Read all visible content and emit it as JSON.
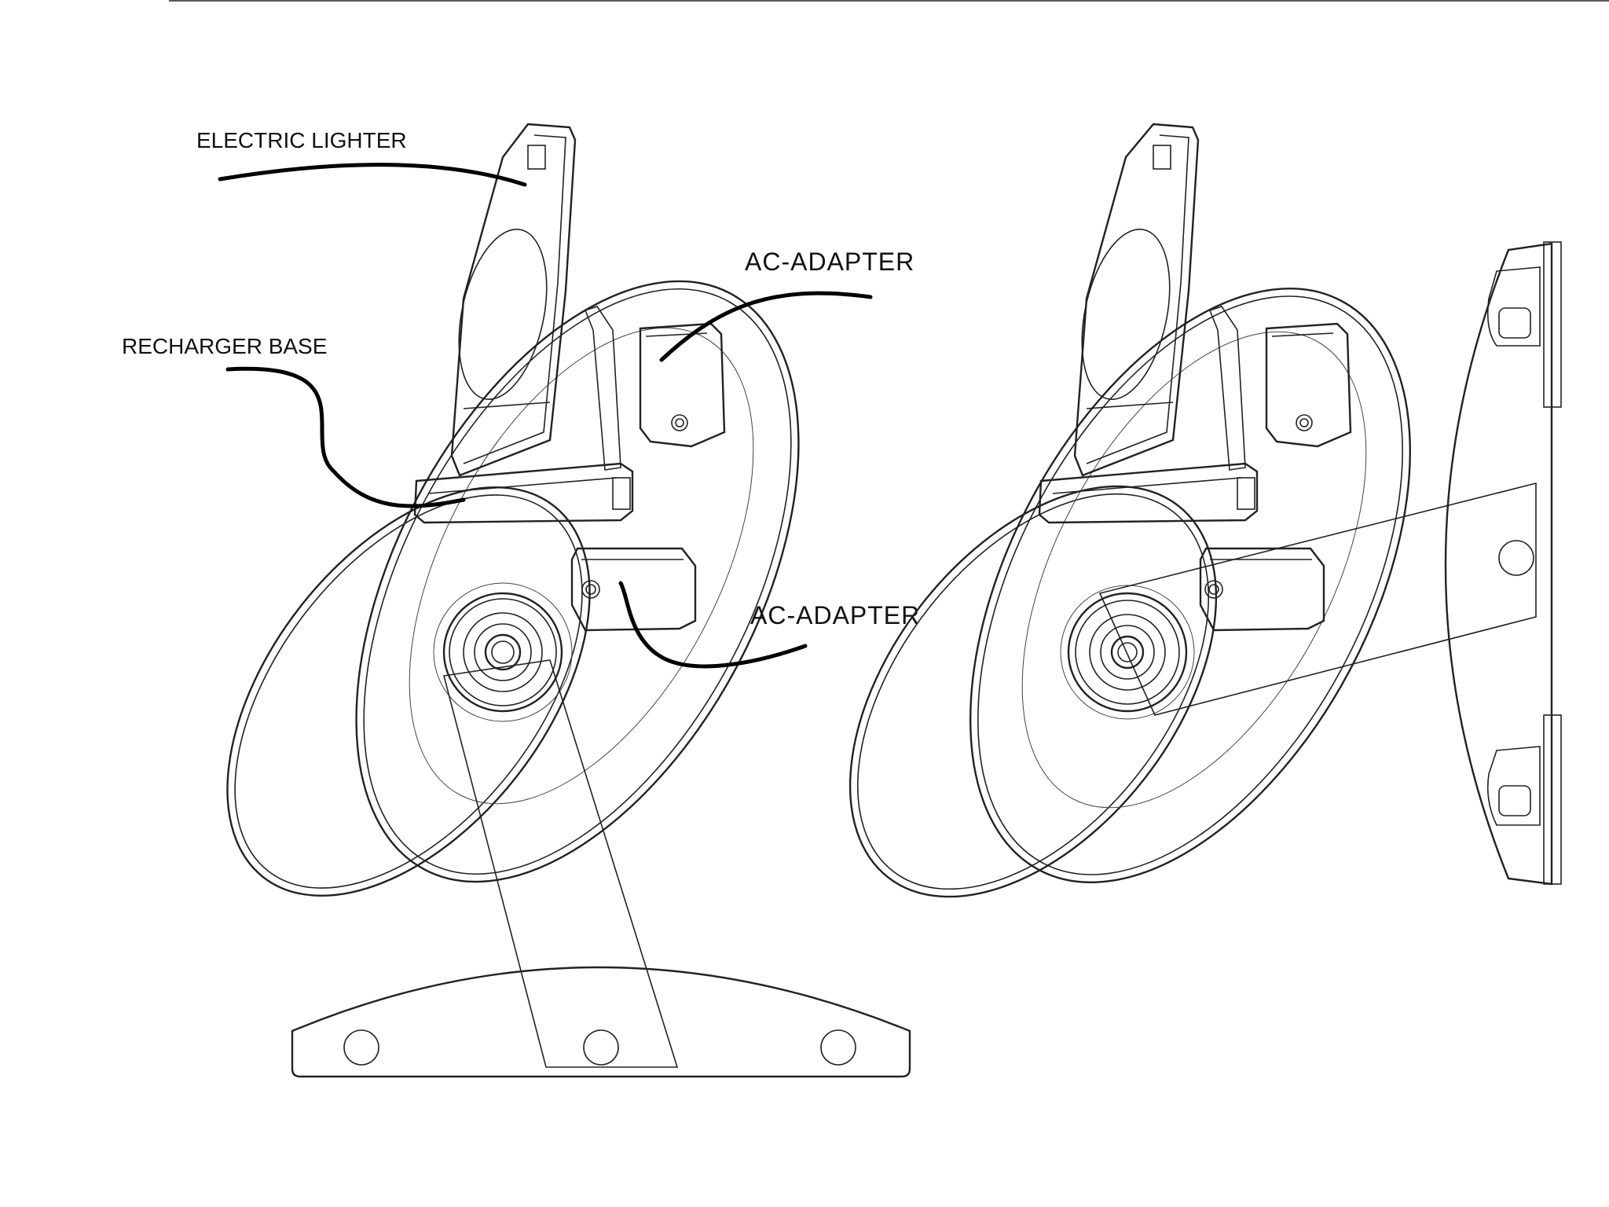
{
  "labels": {
    "electric_lighter": "ELECTRIC LIGHTER",
    "ac_adapter_top": "AC-ADAPTER",
    "recharger_base": "RECHARGER BASE",
    "ac_adapter_bottom": "AC-ADAPTER"
  },
  "colors": {
    "line": "#222222",
    "leader": "#000000",
    "background": "#ffffff"
  }
}
